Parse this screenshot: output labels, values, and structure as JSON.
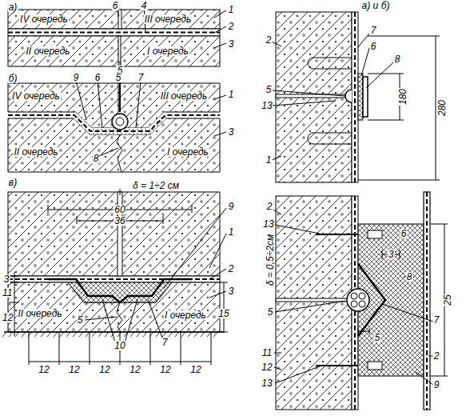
{
  "diagram": {
    "labels": [
      "а)",
      "IV очередь",
      "III очередь",
      "II очередь",
      "I очередь",
      "6",
      "4",
      "1",
      "2",
      "3",
      "5",
      "б)",
      "IV очередь",
      "III очередь",
      "II очередь",
      "I очередь",
      "9",
      "6",
      "5",
      "7",
      "1",
      "3",
      "8",
      "в)",
      "δ = 1÷2 см",
      "60",
      "36",
      "3",
      "11",
      "12",
      "15",
      "9",
      "1",
      "2",
      "3",
      "II очередь",
      "I очередь",
      "7",
      "10",
      "5",
      "12",
      "12",
      "12",
      "12",
      "12",
      "12",
      "а) и б)",
      "7",
      "6",
      "8",
      "2",
      "5",
      "13",
      "1",
      "180",
      "280",
      "2",
      "13",
      "6",
      "3",
      "8",
      "δ = 0,5÷2см",
      "5",
      "5",
      "7",
      "11",
      "12",
      "13",
      "25",
      "2",
      "9"
    ]
  }
}
